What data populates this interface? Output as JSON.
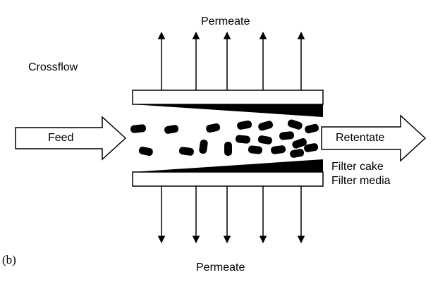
{
  "labels": {
    "permeate_top": "Permeate",
    "permeate_bottom": "Permeate",
    "crossflow": "Crossflow",
    "feed": "Feed",
    "retentate": "Retentate",
    "filter_cake": "Filter cake",
    "filter_media": "Filter media",
    "panel": "(b)"
  },
  "colors": {
    "line": "#000000",
    "fill": "#ffffff",
    "particle": "#000000"
  }
}
